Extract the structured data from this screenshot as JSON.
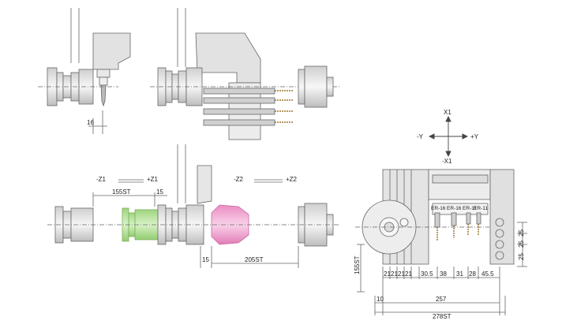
{
  "top_left": {
    "dim_16": "16"
  },
  "axes_xy": {
    "x1": "X1",
    "x_minus1": "-X1",
    "minus_y": "-Y",
    "plus_y": "+Y"
  },
  "z_axes": {
    "minus_z1": "-Z1",
    "plus_z1": "+Z1",
    "minus_z2": "-Z2",
    "plus_z2": "+Z2"
  },
  "bottom_left": {
    "st155": "155ST",
    "d15_top": "15",
    "d15_bottom": "15",
    "st205": "205ST"
  },
  "turret": {
    "holder_labels": [
      "ER-16",
      "ER-16",
      "ER-11",
      "ER-11"
    ],
    "spacings": [
      "21",
      "21",
      "21",
      "21",
      "30.5",
      "38",
      "31",
      "28",
      "45.5"
    ],
    "right_dims": [
      "25",
      "25",
      "25"
    ],
    "vertical_st": "155ST",
    "d10": "10",
    "d257": "257",
    "st278": "278ST"
  },
  "colors": {
    "green_part": "#b9e3a0",
    "pink_part": "#f2a9d3",
    "machine_gray": "#dcdcdc",
    "line": "#555555"
  }
}
